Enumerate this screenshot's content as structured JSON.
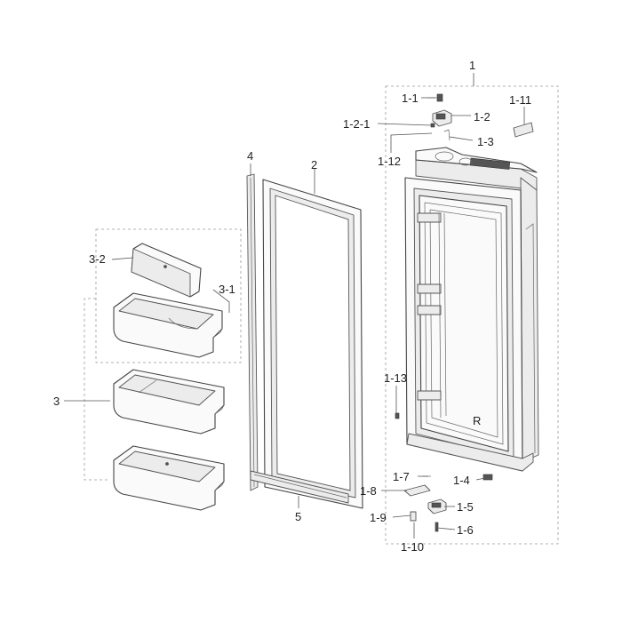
{
  "labels": {
    "l1": "1",
    "l1_1": "1-1",
    "l1_2": "1-2",
    "l1_2_1": "1-2-1",
    "l1_3": "1-3",
    "l1_4": "1-4",
    "l1_5": "1-5",
    "l1_6": "1-6",
    "l1_7": "1-7",
    "l1_8": "1-8",
    "l1_9": "1-9",
    "l1_10": "1-10",
    "l1_11": "1-11",
    "l1_12": "1-12",
    "l1_13": "1-13",
    "l2": "2",
    "l3": "3",
    "l3_1": "3-1",
    "l3_2": "3-2",
    "l4": "4",
    "l5": "5",
    "door_mark": "R"
  }
}
